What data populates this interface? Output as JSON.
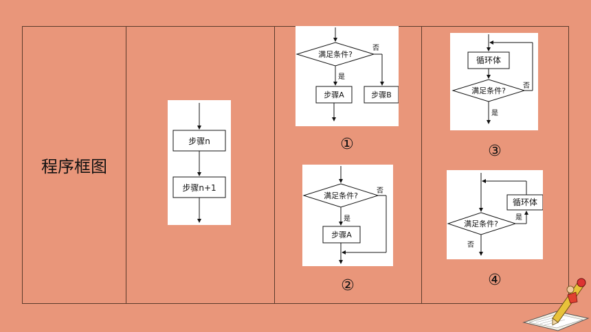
{
  "row_title": "程序框图",
  "diagrams": {
    "sequence": {
      "step_n": "步骤n",
      "step_n1": "步骤n+1"
    },
    "d1": {
      "condition": "满足条件?",
      "yes": "是",
      "no": "否",
      "step_a": "步骤A",
      "step_b": "步骤B",
      "number": "①"
    },
    "d2": {
      "condition": "满足条件?",
      "yes": "是",
      "no": "否",
      "step_a": "步骤A",
      "number": "②"
    },
    "d3": {
      "loop": "循环体",
      "condition": "满足条件?",
      "no": "否",
      "yes": "是",
      "number": "③"
    },
    "d4": {
      "loop": "循环体",
      "condition": "满足条件?",
      "yes": "是",
      "no": "否",
      "number": "④"
    }
  }
}
